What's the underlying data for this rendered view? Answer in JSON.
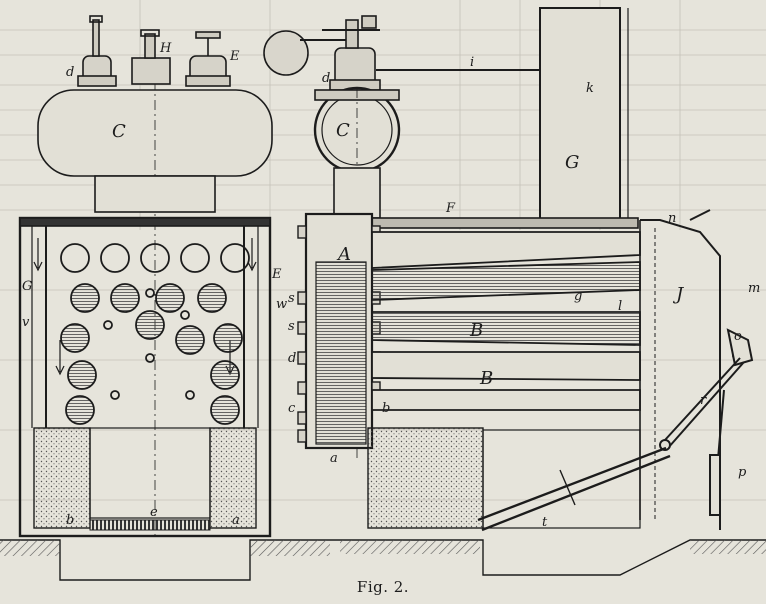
{
  "caption": "Fig. 2.",
  "colors": {
    "paper": "#e6e4db",
    "ink": "#1c1c1c",
    "faded_text": "#8f8d86",
    "hatch": "#555555"
  },
  "left_view": {
    "labels": {
      "drum": "C",
      "valve_left": "d",
      "valve_middle": "H",
      "valve_right": "E",
      "inner_wall_left": "G",
      "inner_wall_right": "E",
      "outer_wall_left": "v",
      "outer_wall_right": "w",
      "grate_left": "b",
      "grate_middle": "e",
      "grate_right": "a"
    }
  },
  "right_view": {
    "labels": {
      "drum": "C",
      "valve": "d",
      "rod": "i",
      "rod_end": "k",
      "chimney": "G",
      "top_plate": "F",
      "header_a": "A",
      "header_s1": "s",
      "header_s2": "s",
      "header_d": "d",
      "header_c": "c",
      "header_b": "b",
      "header_a_small": "a",
      "tube_g": "g",
      "tube_l": "l",
      "tube_b_upper": "B",
      "tube_b_lower": "B",
      "casing_n": "n",
      "casing_m": "m",
      "casing_j": "J",
      "door_o": "o",
      "door_r": "r",
      "door_p": "p",
      "door_t": "t"
    }
  }
}
